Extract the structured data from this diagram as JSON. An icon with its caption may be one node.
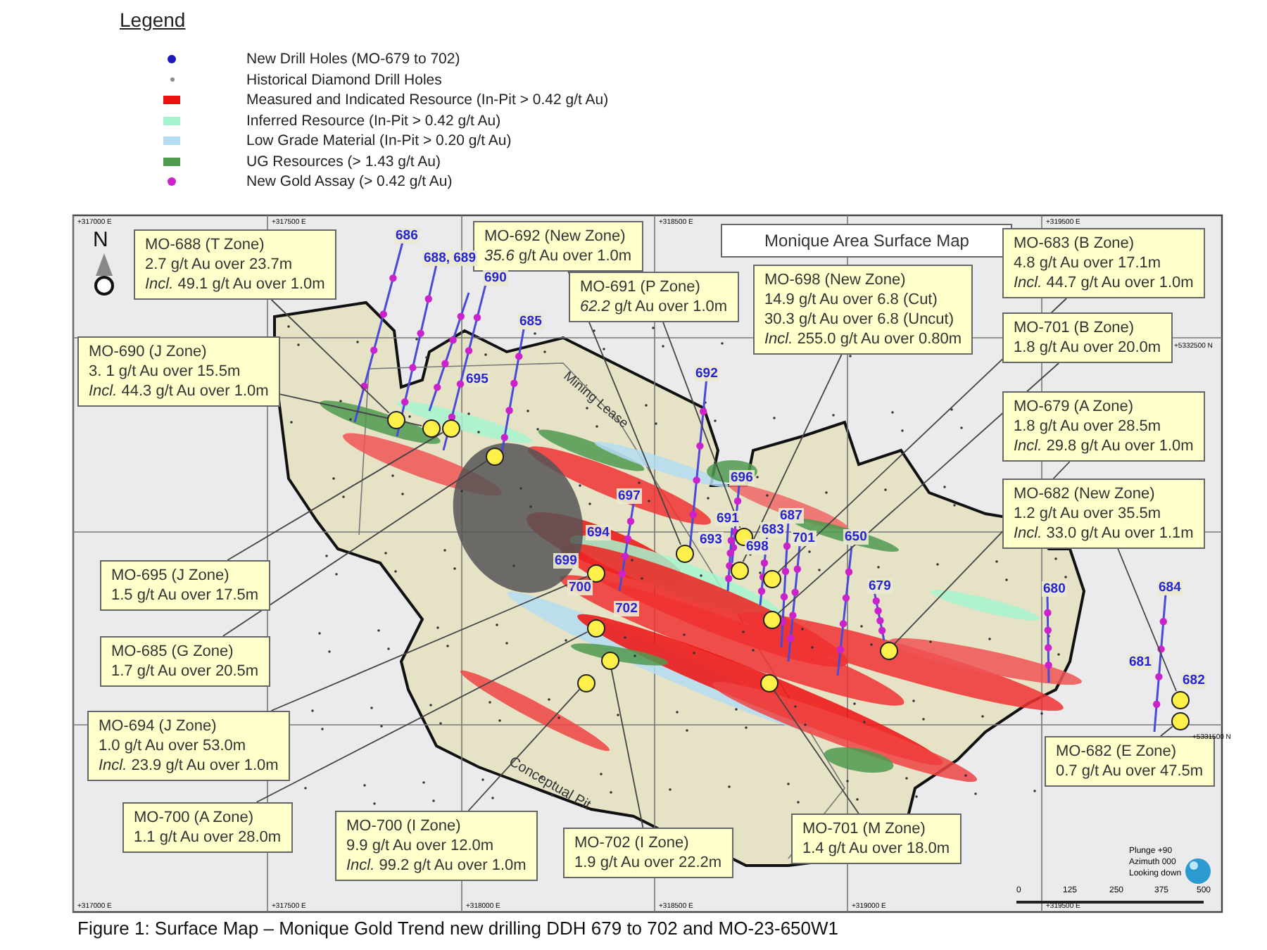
{
  "diagram": {
    "caption": "Figure 1: Surface Map – Monique Gold Trend new drilling DDH 679 to 702 and MO-23-650W1",
    "nodes": [
      {
        "text": [
          "MO-688 (T Zone)",
          "2.7 g/t Au over 23.7m",
          "*Incl.* 49.1 g/t Au over 1.0m"
        ]
      },
      {
        "text": [
          "MO-692 (New Zone)",
          "*35.6* g/t Au over 1.0m"
        ]
      },
      {
        "text": [
          "Monique Area Surface Map"
        ]
      },
      {
        "text": [
          "MO-683 (B Zone)",
          "4.8 g/t Au over 17.1m",
          "*Incl.* 44.7 g/t Au over 1.0m"
        ]
      },
      {
        "text": [
          "MO-691 (P Zone)",
          "*62.2* g/t Au over 1.0m"
        ]
      },
      {
        "text": [
          "MO-698 (New Zone)",
          "14.9 g/t Au over 6.8 (Cut)",
          "30.3 g/t Au over 6.8 (Uncut)",
          "*Incl.* 255.0 g/t Au over 0.80m"
        ]
      },
      {
        "text": [
          "MO-701 (B Zone)",
          "1.8 g/t Au over 20.0m"
        ]
      },
      {
        "text": [
          "MO-690 (J Zone)",
          "3. 1 g/t Au over 15.5m",
          "*Incl.* 44.3 g/t Au over 1.0m"
        ]
      },
      {
        "text": [
          "MO-679 (A Zone)",
          "1.8 g/t Au over 28.5m",
          "*Incl.* 29.8 g/t Au over 1.0m"
        ]
      },
      {
        "text": [
          "MO-682 (New Zone)",
          "1.2 g/t Au over 35.5m",
          "*Incl.* 33.0 g/t Au over 1.1m"
        ]
      },
      {
        "text": [
          "MO-695 (J Zone)",
          "1.5 g/t Au over 17.5m"
        ]
      },
      {
        "text": [
          "MO-685 (G Zone)",
          "1.7 g/t Au over 20.5m"
        ]
      },
      {
        "text": [
          "MO-694 (J Zone)",
          "1.0 g/t Au over 53.0m",
          "*Incl.* 23.9 g/t Au over 1.0m"
        ]
      },
      {
        "text": [
          "MO-700 (A Zone)",
          "1.1 g/t Au over 28.0m"
        ]
      },
      {
        "text": [
          "MO-700 (I Zone)",
          "9.9 g/t Au over 12.0m",
          "*Incl.* 99.2 g/t Au over 1.0m"
        ]
      },
      {
        "text": [
          "MO-702 (I Zone)",
          "1.9 g/t Au over 22.2m"
        ]
      },
      {
        "text": [
          "MO-701 (M Zone)",
          "1.4 g/t Au over 18.0m"
        ]
      },
      {
        "text": [
          "MO-682 (E Zone)",
          "0.7 g/t Au over 47.5m"
        ]
      },
      {
        "text": [],
        "shape": "circle"
      },
      {
        "text": [],
        "shape": "circle"
      },
      {
        "text": [],
        "shape": "circle"
      },
      {
        "text": [],
        "shape": "circle"
      },
      {
        "text": [],
        "shape": "circle"
      },
      {
        "text": [],
        "shape": "circle"
      },
      {
        "text": [],
        "shape": "circle"
      },
      {
        "text": [],
        "shape": "circle"
      },
      {
        "text": [],
        "shape": "circle"
      },
      {
        "text": [],
        "shape": "circle"
      },
      {
        "text": [],
        "shape": "circle"
      },
      {
        "text": [],
        "shape": "circle"
      },
      {
        "text": [],
        "shape": "circle"
      },
      {
        "text": [],
        "shape": "circle"
      },
      {
        "text": [],
        "shape": "circle"
      },
      {
        "text": [],
        "shape": "circle"
      },
      {
        "text": [],
        "shape": "circle"
      }
    ],
    "edges": [
      {
        "from": 0,
        "to": 18,
        "arrow": "none"
      },
      {
        "from": 7,
        "to": 19,
        "arrow": "none"
      },
      {
        "from": 10,
        "to": 20,
        "arrow": "none"
      },
      {
        "from": 11,
        "to": 21,
        "arrow": "none"
      },
      {
        "from": 1,
        "to": 23,
        "arrow": "none"
      },
      {
        "from": 4,
        "to": 22,
        "arrow": "none"
      },
      {
        "from": 5,
        "to": 24,
        "arrow": "none"
      },
      {
        "from": 3,
        "to": 26,
        "arrow": "none"
      },
      {
        "from": 6,
        "to": 27,
        "arrow": "none"
      },
      {
        "from": 8,
        "to": 29,
        "arrow": "none"
      },
      {
        "from": 9,
        "to": 33,
        "arrow": "none"
      },
      {
        "from": 12,
        "to": 25,
        "arrow": "none"
      },
      {
        "from": 13,
        "to": 28,
        "arrow": "none"
      },
      {
        "from": 14,
        "to": 31,
        "arrow": "none"
      },
      {
        "from": 15,
        "to": 30,
        "arrow": "none"
      },
      {
        "from": 16,
        "to": 32,
        "arrow": "none"
      },
      {
        "from": 17,
        "to": 34,
        "arrow": "none"
      }
    ],
    "labels": [
      "Legend",
      "+317000 E",
      "+317500 E",
      "+318500 E",
      "+319500 E",
      "N",
      "686",
      "688, 689",
      "690",
      "685",
      "+5332500 N",
      "695",
      "Mining Lease",
      "692",
      "696",
      "697",
      "691",
      "687",
      "694",
      "693",
      "698",
      "683",
      "701",
      "650",
      "699",
      "700",
      "679",
      "680",
      "684",
      "702",
      "681",
      "682",
      "+5331500 N",
      "Conceptual Pit",
      "Plunge +90",
      "Azimuth 000",
      "Looking down",
      "0",
      "125",
      "250",
      "375",
      "500",
      "+317000 E",
      "+317500 E",
      "+318000 E",
      "+318500 E",
      "+319000 E",
      "+319500 E"
    ],
    "legend": [
      {
        "text": "New Drill Holes (MO-679 to 702)",
        "color": "#1a1ab8"
      },
      {
        "text": "Historical Diamond Drill Holes",
        "color": "#8c8c8c"
      },
      {
        "text": "Measured and Indicated Resource (In-Pit > 0.42 g/t Au)",
        "color": "#ee1111"
      },
      {
        "text": "Inferred Resource (In-Pit > 0.42 g/t Au)",
        "color": "#a6f3cf"
      },
      {
        "text": "Low Grade Material (In-Pit > 0.20 g/t Au)",
        "color": "#b3dcf2"
      },
      {
        "text": "UG Resources (> 1.43 g/t Au)",
        "color": "#4f9a4f"
      },
      {
        "text": "New Gold Assay (> 0.42 g/t Au)",
        "color": "#cc22cc"
      }
    ]
  }
}
